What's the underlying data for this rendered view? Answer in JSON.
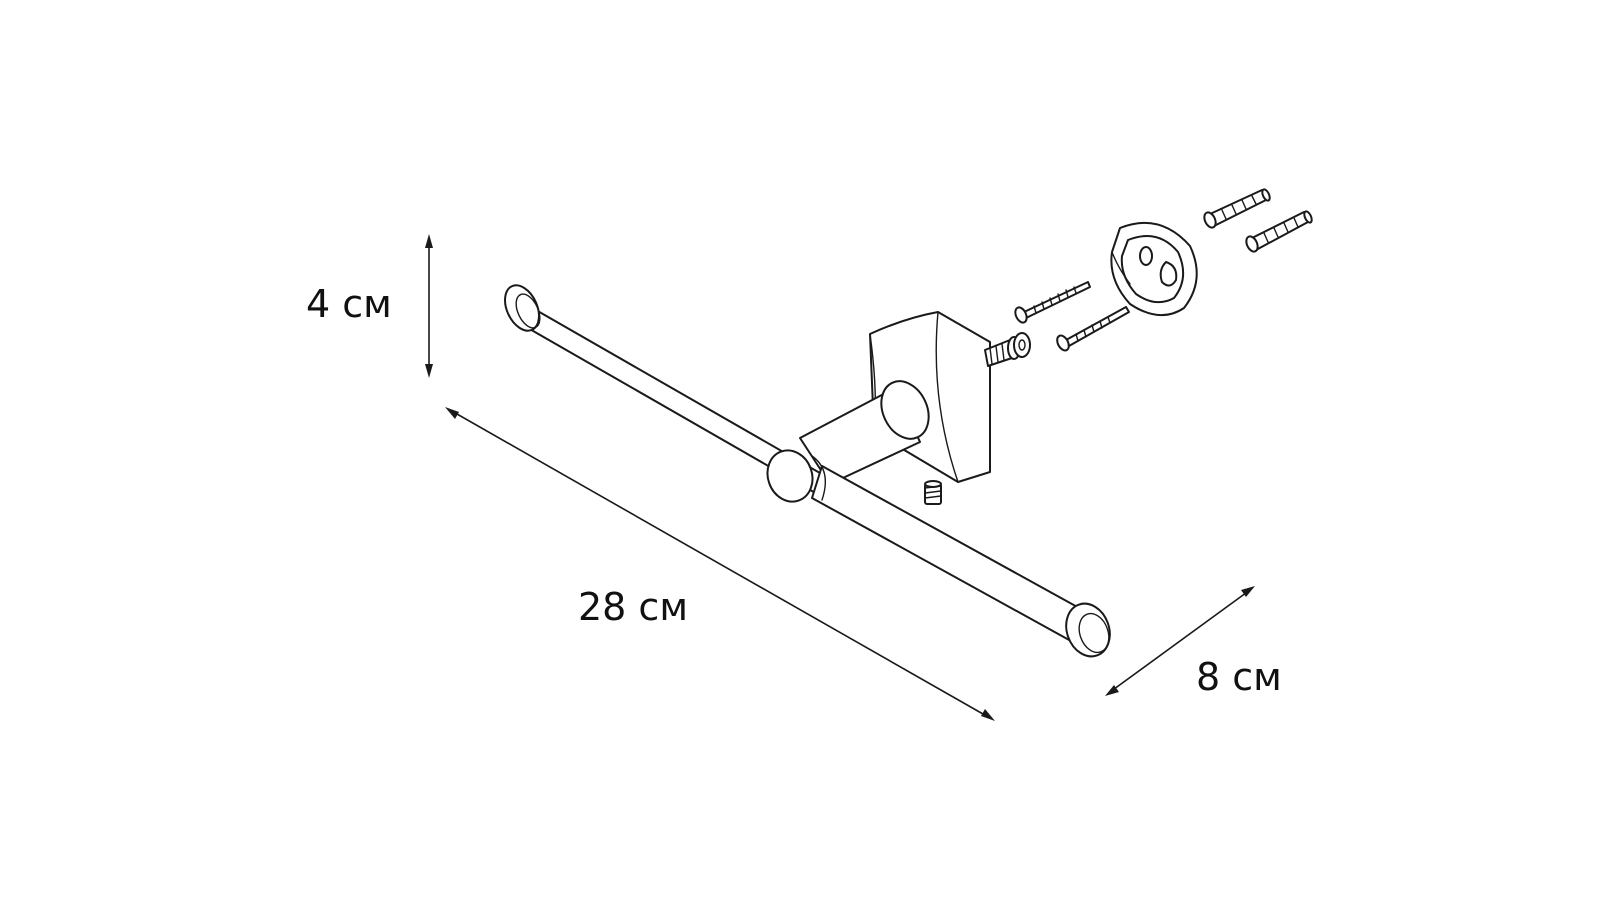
{
  "dimensions": {
    "height_label": "4 см",
    "length_label": "28 см",
    "depth_label": "8 см"
  },
  "colors": {
    "line": "#1a1a1a",
    "background": "#ffffff"
  }
}
